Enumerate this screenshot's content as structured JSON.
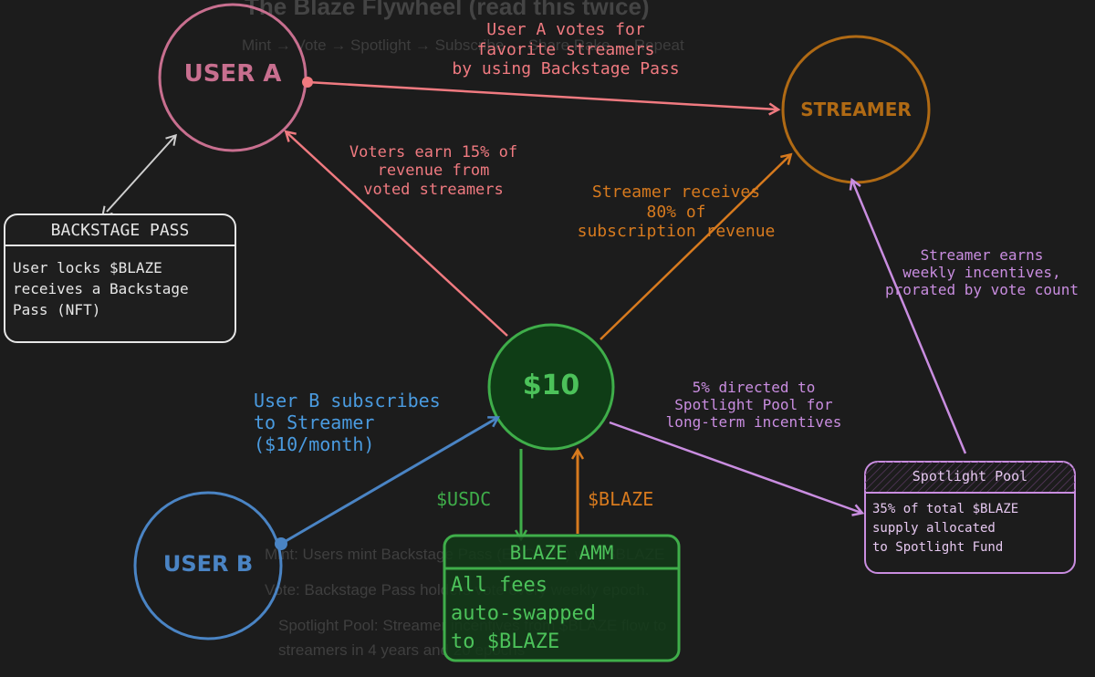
{
  "background": {
    "title": "The Blaze Flywheel (read this twice)",
    "subtitle": "Mint → Vote → Spotlight → Subscribe → Share Rake → Repeat",
    "bullet_1": "Mint: Users mint Backstage Pass (ERC-721) with $BLAZE",
    "bullet_2": "Vote: Backstage Pass holders vote every weekly epoch.",
    "bullet_3": "Spotlight Pool: Streamer incentives from $BLAZE flow to",
    "bullet_3b": "streamers in 4 years and 20 epochs"
  },
  "nodes": {
    "user_a": "USER A",
    "streamer": "STREAMER",
    "ten": "$10",
    "user_b": "USER B"
  },
  "boxes": {
    "backstage_pass": {
      "title": "BACKSTAGE PASS",
      "lines": [
        "User locks $BLAZE",
        "receives a Backstage",
        "Pass (NFT)"
      ]
    },
    "blaze_amm": {
      "title": "BLAZE AMM",
      "lines": [
        "All fees",
        "auto-swapped",
        "to $BLAZE"
      ]
    },
    "spotlight_pool": {
      "title": "Spotlight Pool",
      "lines": [
        "35% of total $BLAZE",
        "supply allocated",
        "to Spotlight Fund"
      ]
    }
  },
  "labels": {
    "user_a_votes": [
      "User A votes for",
      "favorite streamers",
      "by using Backstage Pass"
    ],
    "voters_earn": [
      "Voters earn 15% of",
      "revenue from",
      "voted streamers"
    ],
    "streamer_receives": [
      "Streamer receives",
      "80% of",
      "subscription revenue"
    ],
    "streamer_earns": [
      "Streamer earns",
      "weekly incentives,",
      "prorated by vote count"
    ],
    "user_b_subscribes": [
      "User B subscribes",
      "to Streamer",
      "($10/month)"
    ],
    "five_percent": [
      "5% directed to",
      "Spotlight Pool for",
      "long-term incentives"
    ],
    "usdc": "$USDC",
    "blaze": "$BLAZE"
  },
  "colors": {
    "user_a": "#c86f8f",
    "streamer": "#b06a14",
    "green": "#3fae4a",
    "green_fill": "#0f3d16",
    "user_b": "#4a84c4",
    "pink_arrow": "#f07a80",
    "orange_arrow": "#d77a1e",
    "purple": "#c98de0",
    "box_white": "#e6e6e6"
  }
}
